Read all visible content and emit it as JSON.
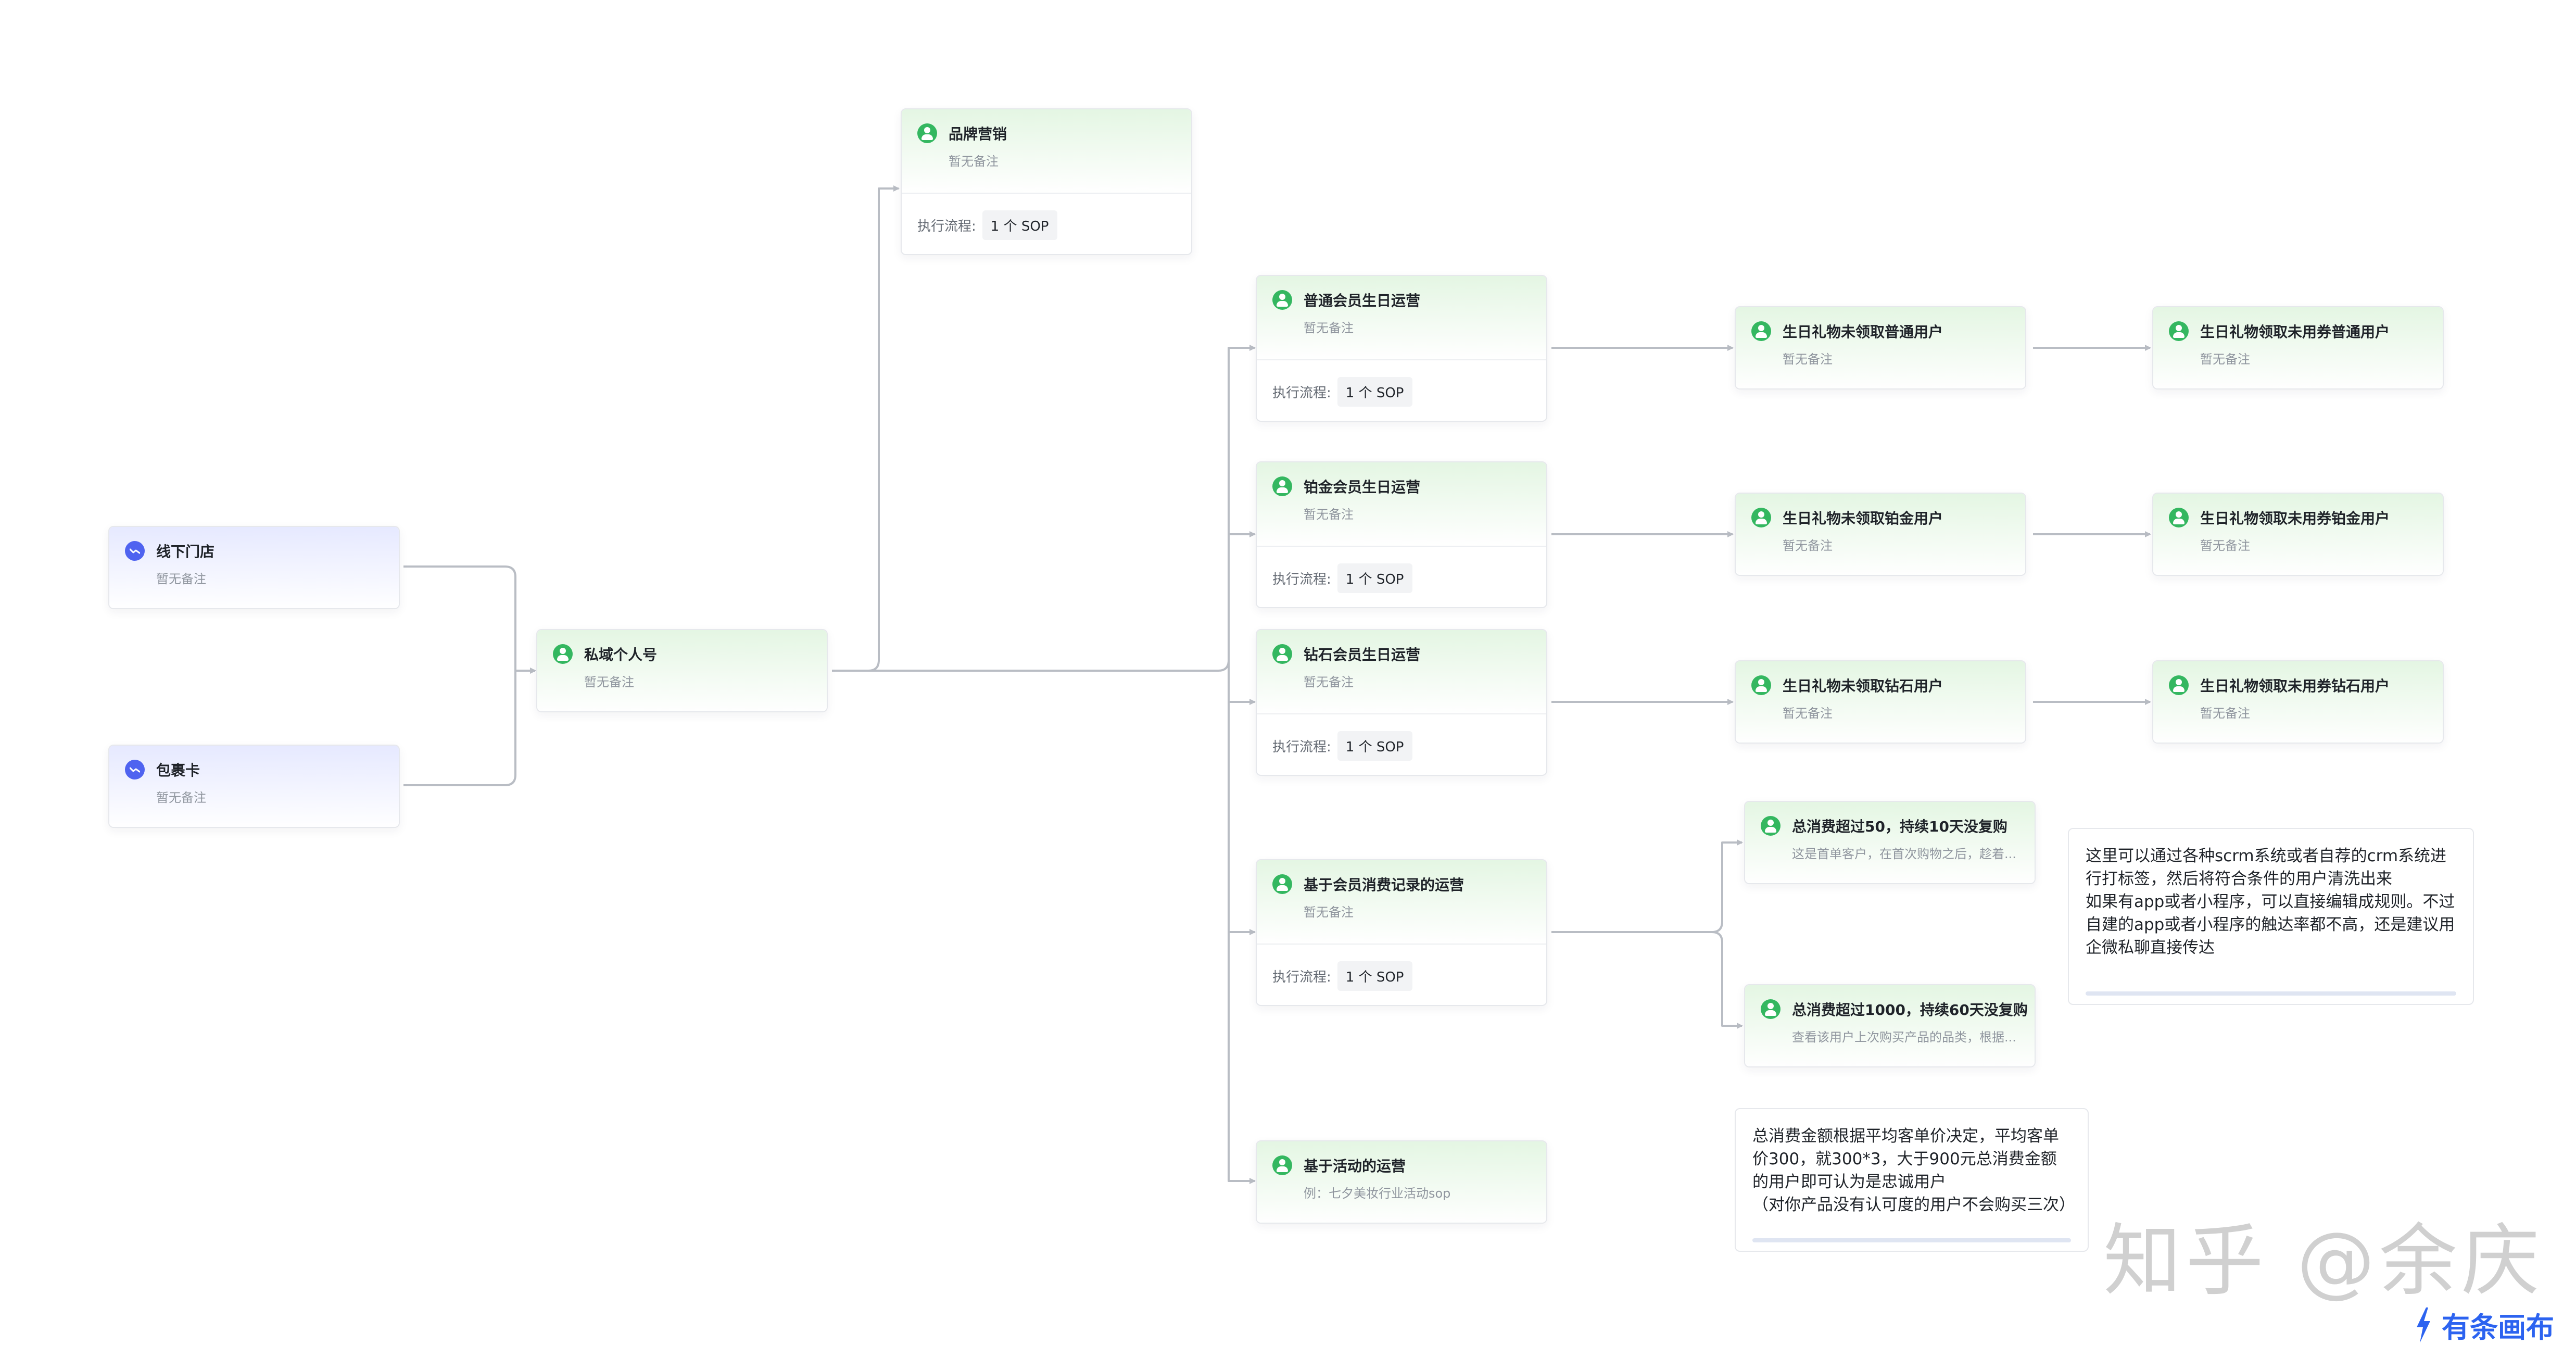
{
  "colors": {
    "accent_green": "#34b760",
    "accent_blue": "#4f63f0",
    "edge": "#b9bdc4",
    "brand": "#2c63f0"
  },
  "nodes": {
    "offline_store": {
      "title": "线下门店",
      "note": "暂无备注",
      "icon": "channel-icon"
    },
    "package_card": {
      "title": "包裹卡",
      "note": "暂无备注",
      "icon": "channel-icon"
    },
    "private_account": {
      "title": "私域个人号",
      "note": "暂无备注",
      "icon": "user-icon"
    },
    "brand_marketing": {
      "title": "品牌营销",
      "note": "暂无备注",
      "flow_label": "执行流程:",
      "flow_value": "1 个 SOP",
      "icon": "user-icon"
    },
    "regular_birthday": {
      "title": "普通会员生日运营",
      "note": "暂无备注",
      "flow_label": "执行流程:",
      "flow_value": "1 个 SOP",
      "icon": "user-icon"
    },
    "platinum_birthday": {
      "title": "铂金会员生日运营",
      "note": "暂无备注",
      "flow_label": "执行流程:",
      "flow_value": "1 个 SOP",
      "icon": "user-icon"
    },
    "diamond_birthday": {
      "title": "钻石会员生日运营",
      "note": "暂无备注",
      "flow_label": "执行流程:",
      "flow_value": "1 个 SOP",
      "icon": "user-icon"
    },
    "consumption_ops": {
      "title": "基于会员消费记录的运营",
      "note": "暂无备注",
      "flow_label": "执行流程:",
      "flow_value": "1 个 SOP",
      "icon": "user-icon"
    },
    "activity_ops": {
      "title": "基于活动的运营",
      "note": "例：七夕美妆行业活动sop",
      "icon": "user-icon"
    },
    "gift_unclaimed_regular": {
      "title": "生日礼物未领取普通用户",
      "note": "暂无备注",
      "icon": "user-icon"
    },
    "gift_unclaimed_platinum": {
      "title": "生日礼物未领取铂金用户",
      "note": "暂无备注",
      "icon": "user-icon"
    },
    "gift_unclaimed_diamond": {
      "title": "生日礼物未领取钻石用户",
      "note": "暂无备注",
      "icon": "user-icon"
    },
    "gift_unused_regular": {
      "title": "生日礼物领取未用券普通用户",
      "note": "暂无备注",
      "icon": "user-icon"
    },
    "gift_unused_platinum": {
      "title": "生日礼物领取未用券铂金用户",
      "note": "暂无备注",
      "icon": "user-icon"
    },
    "gift_unused_diamond": {
      "title": "生日礼物领取未用券钻石用户",
      "note": "暂无备注",
      "icon": "user-icon"
    },
    "spend_over_50": {
      "title": "总消费超过50，持续10天没复购",
      "note": "这是首单客户，在首次购物之后，趁着...",
      "icon": "user-icon"
    },
    "spend_over_1000": {
      "title": "总消费超过1000，持续60天没复购",
      "note": "查看该用户上次购买产品的品类，根据...",
      "icon": "user-icon"
    }
  },
  "notes": {
    "crm_note": "这里可以通过各种scrm系统或者自荐的crm系统进行打标签，然后将符合条件的用户清洗出来\n如果有app或者小程序，可以直接编辑成规则。不过自建的app或者小程序的触达率都不高，还是建议用企微私聊直接传达",
    "spend_note": "总消费金额根据平均客单价决定，平均客单价300，就300*3，大于900元总消费金额的用户即可认为是忠诚用户\n（对你产品没有认可度的用户不会购买三次）"
  },
  "watermark": {
    "text": "知乎 @余庆"
  },
  "brand": {
    "name": "有条画布"
  }
}
